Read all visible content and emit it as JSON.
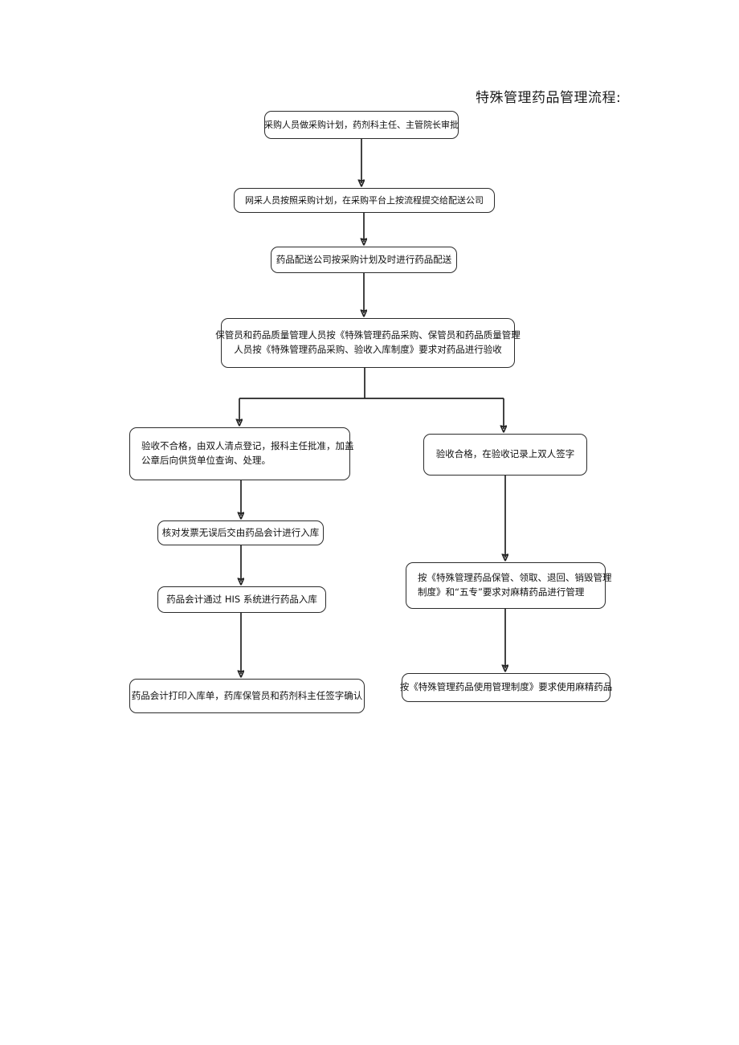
{
  "document": {
    "title": "特殊管理药品管理流程:",
    "page_background": "#ffffff",
    "line_color": "#222222",
    "node_border_color": "#2b2b2b",
    "text_color": "#111111"
  },
  "chart_data": {
    "type": "diagram",
    "diagram_kind": "flowchart",
    "title": "特殊管理药品管理流程:",
    "orientation": "top-to-bottom",
    "nodes": [
      {
        "id": "n1",
        "shape": "rounded-rectangle",
        "lines": [
          "采购人员做采购计划，药剂科主任、主管院长审批"
        ]
      },
      {
        "id": "n2",
        "shape": "rounded-rectangle",
        "lines": [
          "网采人员按照采购计划，在采购平台上按流程提交给配送公司"
        ]
      },
      {
        "id": "n3",
        "shape": "rounded-rectangle",
        "lines": [
          "药品配送公司按采购计划及时进行药品配送"
        ]
      },
      {
        "id": "n4",
        "shape": "rounded-rectangle",
        "lines": [
          "保管员和药品质量管理人员按《特殊管理药品采购、保管员和药品质量管理",
          "人员按《特殊管理药品采购、验收入库制度》要求对药品进行验收"
        ]
      },
      {
        "id": "n5",
        "shape": "rounded-rectangle",
        "lines": [
          "验收不合格，由双人清点登记，报科主任批准，加盖",
          "公章后向供货单位查询、处理。"
        ]
      },
      {
        "id": "n6",
        "shape": "rounded-rectangle",
        "lines": [
          "验收合格，在验收记录上双人签字"
        ]
      },
      {
        "id": "n7",
        "shape": "rounded-rectangle",
        "lines": [
          "核对发票无误后交由药品会计进行入库"
        ]
      },
      {
        "id": "n8",
        "shape": "rounded-rectangle",
        "lines": [
          "药品会计通过 HIS 系统进行药品入库"
        ]
      },
      {
        "id": "n9",
        "shape": "rounded-rectangle",
        "lines": [
          "按《特殊管理药品保管、领取、退回、销毁管理",
          "制度》和“五专”要求对麻精药品进行管理"
        ]
      },
      {
        "id": "n10",
        "shape": "rounded-rectangle",
        "lines": [
          "药品会计打印入库单，药库保管员和药剂科主任签字确认"
        ]
      },
      {
        "id": "n11",
        "shape": "rounded-rectangle",
        "lines": [
          "按《特殊管理药品使用管理制度》要求使用麻精药品"
        ]
      }
    ],
    "edges": [
      {
        "from": "n1",
        "to": "n2",
        "style": "straight-arrow"
      },
      {
        "from": "n2",
        "to": "n3",
        "style": "straight-arrow"
      },
      {
        "from": "n3",
        "to": "n4",
        "style": "straight-arrow"
      },
      {
        "from": "n4",
        "to": "n5",
        "style": "split-branch-left-arrow"
      },
      {
        "from": "n4",
        "to": "n6",
        "style": "split-branch-right-arrow"
      },
      {
        "from": "n5",
        "to": "n7",
        "style": "straight-arrow"
      },
      {
        "from": "n7",
        "to": "n8",
        "style": "straight-arrow"
      },
      {
        "from": "n8",
        "to": "n10",
        "style": "straight-arrow"
      },
      {
        "from": "n6",
        "to": "n9",
        "style": "straight-arrow"
      },
      {
        "from": "n9",
        "to": "n11",
        "style": "straight-arrow"
      }
    ]
  }
}
